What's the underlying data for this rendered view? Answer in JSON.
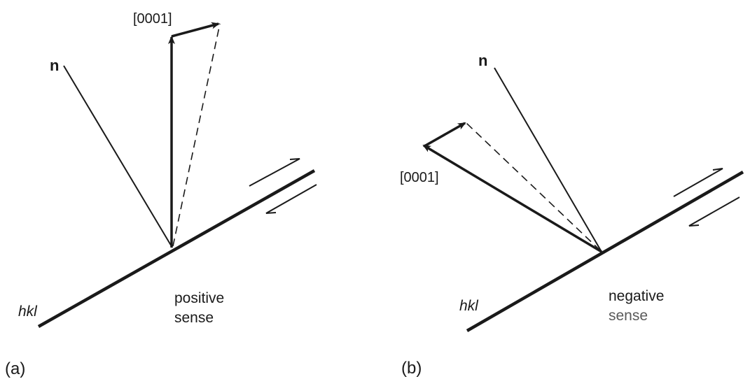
{
  "panels": [
    {
      "id": "a",
      "panel_label": "(a)",
      "vector_label": "[0001]",
      "normal_label": "n",
      "plane_label": "hkl",
      "sense_line1": "positive",
      "sense_line2": "sense"
    },
    {
      "id": "b",
      "panel_label": "(b)",
      "vector_label": "[0001]",
      "normal_label": "n",
      "plane_label": "hkl",
      "sense_line1": "negative",
      "sense_line2": "sense"
    }
  ],
  "colors": {
    "ink": "#1a1a1a",
    "faint_text": "#5a5a5a",
    "background": "#ffffff"
  }
}
